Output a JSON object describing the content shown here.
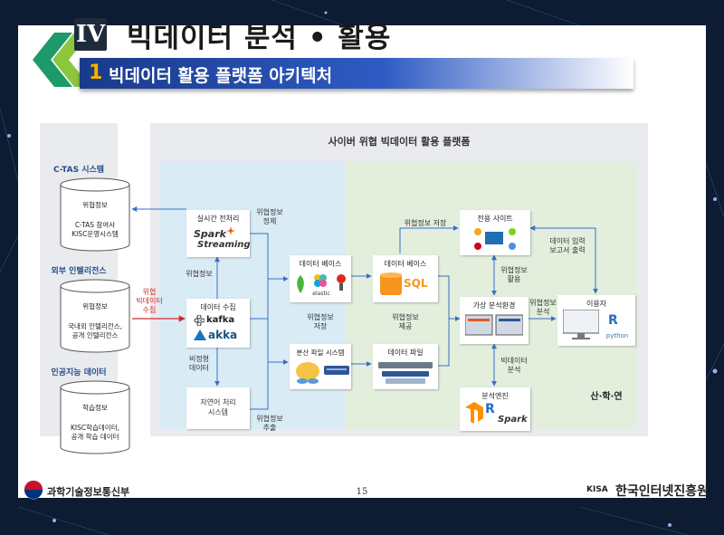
{
  "title": {
    "roman": "IV",
    "main": "빅데이터 분석 • 활용",
    "sub_number": "1",
    "sub_text": "빅데이터 활용 플랫폼 아키텍처"
  },
  "left": {
    "ctas": {
      "title": "C-TAS 시스템",
      "line1": "위협정보",
      "line2": "C-TAS 참여사",
      "line3": "KISC운영시스템"
    },
    "external": {
      "title": "외부 인텔리전스",
      "line1": "위협정보",
      "line2": "국내외 인텔리전스,",
      "line3": "공개 인텔리전스"
    },
    "ai": {
      "title": "인공지능 데이터",
      "line1": "학습정보",
      "line2": "KISC학습데이터,",
      "line3": "공개 학습 데이터"
    }
  },
  "red_label": [
    "위협",
    "빅데이터",
    "수집"
  ],
  "platform_title": "사이버 위협 빅데이터 활용 플랫폼",
  "boxes": {
    "preprocess": {
      "title": "실시간 전처리",
      "logo1": "Spark",
      "logo2": "Streaming"
    },
    "collect": {
      "title": "데이터 수집",
      "logo1": "kafka",
      "logo2": "akka"
    },
    "nlp": {
      "title1": "자연어 처리",
      "title2": "시스템"
    },
    "db1": {
      "title": "데이터 베이스",
      "logo": "elastic"
    },
    "fs": {
      "title": "분산 파일 시스템"
    },
    "db2": {
      "title": "데이터 베이스",
      "logo": "SQL"
    },
    "datafile": {
      "title": "데이터 파일"
    },
    "site": {
      "title": "전용 사이트"
    },
    "virtual": {
      "title": "가상 분석환경"
    },
    "engine": {
      "title": "분석엔진",
      "logo": "Spark"
    },
    "user": {
      "title": "이용자",
      "logo": "python"
    }
  },
  "edge_labels": {
    "threat_refine": [
      "위협정보",
      "정제"
    ],
    "threat_info": "위협정보",
    "unstructured": [
      "비정형",
      "데이터"
    ],
    "threat_extract": [
      "위협정보",
      "추출"
    ],
    "threat_store": [
      "위협정보",
      "저장"
    ],
    "threat_store_top": "위협정보 저장",
    "threat_provide": [
      "위협정보",
      "제공"
    ],
    "threat_use": [
      "위협정보",
      "활용"
    ],
    "threat_analysis": [
      "위협정보",
      "분석"
    ],
    "bigdata_analysis": [
      "빅데이터",
      "분석"
    ],
    "data_input": [
      "데이터 입력",
      "보고서 출력"
    ]
  },
  "collab": "산·학·연",
  "footer": {
    "ministry": "과학기술정보통신부",
    "page": "15",
    "kisa_mark": "KISA",
    "kisa": "한국인터넷진흥원"
  },
  "colors": {
    "accent_blue": "#1a3a8a",
    "accent_green": "#4caf50",
    "title_gold": "#f5b400",
    "arrow_blue": "#3a6fc9",
    "arrow_red": "#d12b2b"
  }
}
